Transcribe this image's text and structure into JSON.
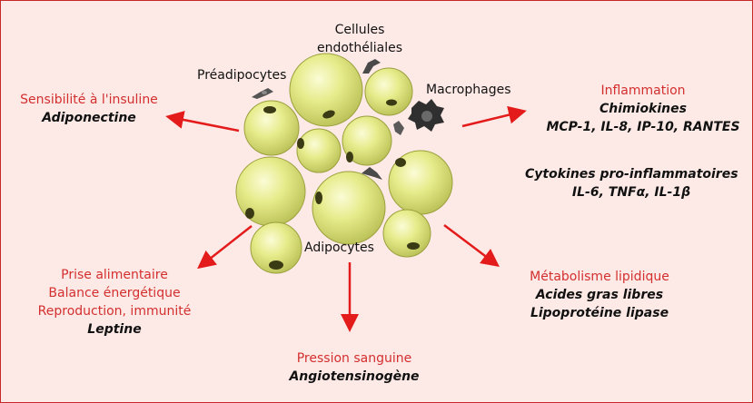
{
  "colors": {
    "background": "#fdeae6",
    "border": "#c62828",
    "arrow": "#e31b1b",
    "red_text": "#d32f2f",
    "cell_fill": "#e6eb8a",
    "nucleus": "#3a3a14"
  },
  "cell_labels": {
    "endothelial": [
      "Cellules",
      "endothéliales"
    ],
    "preadipocytes": "Préadipocytes",
    "macrophages": "Macrophages",
    "adipocytes": "Adipocytes"
  },
  "outputs": {
    "insulin": {
      "category": "Sensibilité à l'insuline",
      "factor": "Adiponectine"
    },
    "inflammation": {
      "category": "Inflammation",
      "chemokines_title": "Chimiokines",
      "chemokines": "MCP-1, IL-8, IP-10, RANTES",
      "cytokines_title": "Cytokines pro-inflammatoires",
      "cytokines": "IL-6, TNFα, IL-1β"
    },
    "feeding": {
      "categories": [
        "Prise alimentaire",
        "Balance énergétique",
        "Reproduction, immunité"
      ],
      "factor": "Leptine"
    },
    "lipid": {
      "category": "Métabolisme lipidique",
      "factors": [
        "Acides gras libres",
        "Lipoprotéine lipase"
      ]
    },
    "pressure": {
      "category": "Pression sanguine",
      "factor": "Angiotensinogène"
    }
  }
}
